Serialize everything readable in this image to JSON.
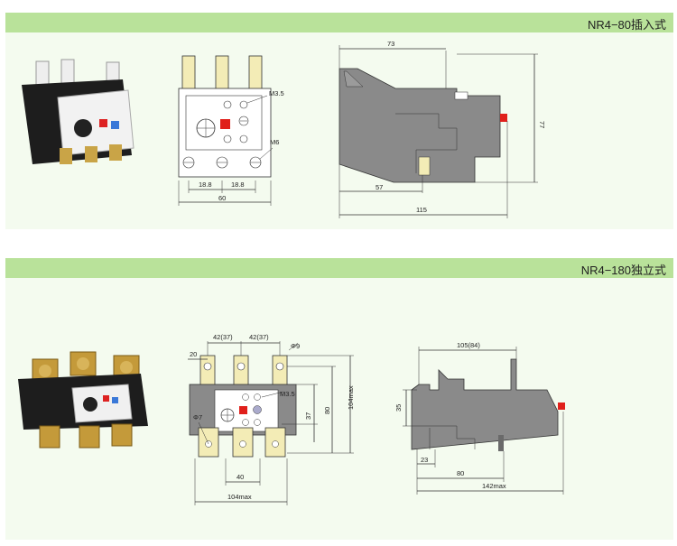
{
  "sections": [
    {
      "title": "NR4−80插入式",
      "front": {
        "screw_label": "M3.5",
        "terminal_label": "M6",
        "spacing_1": "18.8",
        "spacing_2": "18.8",
        "width": "60"
      },
      "side": {
        "top_length": "73",
        "height": "77",
        "mount_length": "57",
        "overall_length": "115"
      }
    },
    {
      "title": "NR4−180独立式",
      "front": {
        "offset": "20",
        "spacing_1": "42(37)",
        "spacing_2": "42(37)",
        "hole_label": "Φ9",
        "screw_label": "M3.5",
        "pin_label": "Φ7",
        "pin_spacing": "40",
        "width": "104max",
        "pin_height": "37",
        "body_height": "80",
        "overall_height": "104max"
      },
      "side": {
        "top_length": "105(84)",
        "base_height": "35",
        "base_offset": "23",
        "mount_length": "80",
        "overall_length": "142max"
      }
    }
  ],
  "colors": {
    "header": "#b9e29a",
    "panel": "#f4fbef",
    "body_gray": "#8a8a8a",
    "accent_red": "#e0201b",
    "terminal_yellow": "#f3ecb6"
  }
}
